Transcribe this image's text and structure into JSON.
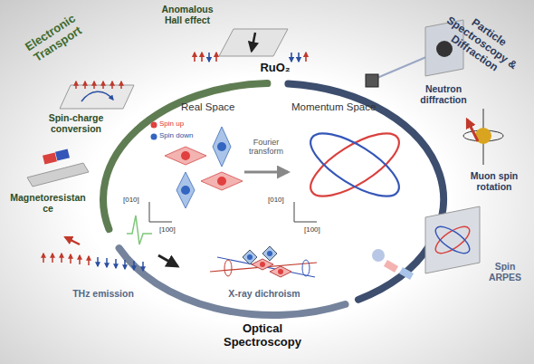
{
  "diagram": {
    "labels": [
      "Electronic Transport",
      "Anomalous Hall effect",
      "Spin-charge conversion",
      "Magnetoresistance",
      "RuO₂",
      "Spin up",
      "Spin down",
      "Real Space",
      "Momentum Space",
      "Fourier transform",
      "[010]",
      "[100]",
      "[010]",
      "[100]",
      "Particle Spectroscopy & Diffraction",
      "Neutron diffraction",
      "Muon spin rotation",
      "Spin ARPES",
      "THz emission",
      "X-ray dichroism",
      "Optical Spectroscopy"
    ]
  }
}
